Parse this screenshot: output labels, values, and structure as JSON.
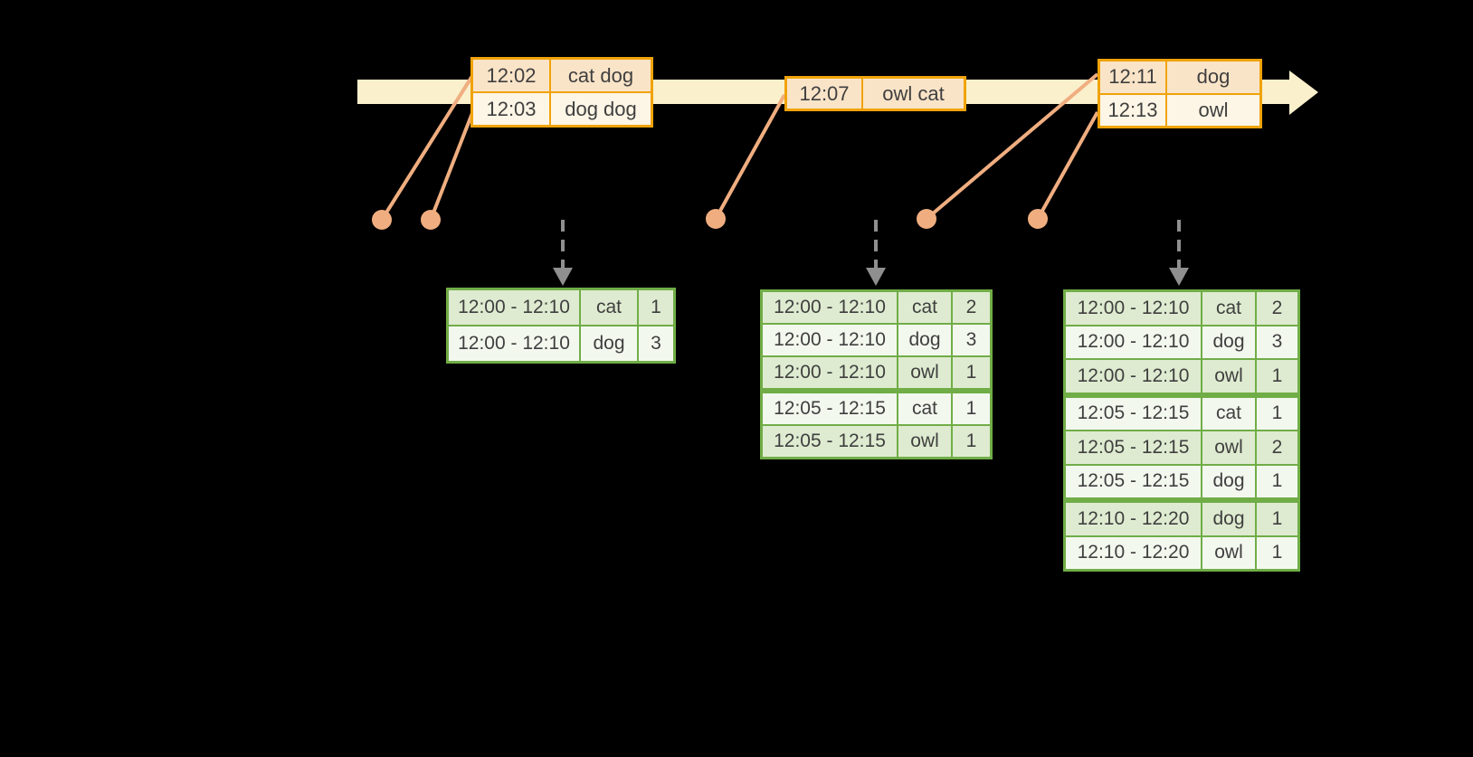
{
  "colors": {
    "background": "#000000",
    "timeline_fill": "#faf0cc",
    "event_border": "#f0a30a",
    "event_row_peach": "#fae4c8",
    "event_row_cream": "#fdf5e5",
    "link_salmon": "#f0ae80",
    "trigger_gray": "#8f8f8f",
    "table_border": "#70ad47",
    "table_row_green": "#deebd0",
    "table_row_white": "#f3f8ef",
    "text": "#3f3f3f"
  },
  "timeline": {
    "event_groups": [
      {
        "rows": [
          {
            "time": "12:02",
            "words": "cat dog"
          },
          {
            "time": "12:03",
            "words": "dog dog"
          }
        ]
      },
      {
        "rows": [
          {
            "time": "12:07",
            "words": "owl cat"
          }
        ]
      },
      {
        "rows": [
          {
            "time": "12:11",
            "words": "dog"
          },
          {
            "time": "12:13",
            "words": "owl"
          }
        ]
      }
    ]
  },
  "result_tables": [
    {
      "rows": [
        {
          "window": "12:00 - 12:10",
          "word": "cat",
          "count": 1
        },
        {
          "window": "12:00 - 12:10",
          "word": "dog",
          "count": 3
        }
      ]
    },
    {
      "rows": [
        {
          "window": "12:00 - 12:10",
          "word": "cat",
          "count": 2
        },
        {
          "window": "12:00 - 12:10",
          "word": "dog",
          "count": 3
        },
        {
          "window": "12:00 - 12:10",
          "word": "owl",
          "count": 1
        },
        {
          "window": "12:05 - 12:15",
          "word": "cat",
          "count": 1
        },
        {
          "window": "12:05 - 12:15",
          "word": "owl",
          "count": 1
        }
      ]
    },
    {
      "rows": [
        {
          "window": "12:00 - 12:10",
          "word": "cat",
          "count": 2
        },
        {
          "window": "12:00 - 12:10",
          "word": "dog",
          "count": 3
        },
        {
          "window": "12:00 - 12:10",
          "word": "owl",
          "count": 1
        },
        {
          "window": "12:05 - 12:15",
          "word": "cat",
          "count": 1
        },
        {
          "window": "12:05 - 12:15",
          "word": "owl",
          "count": 2
        },
        {
          "window": "12:05 - 12:15",
          "word": "dog",
          "count": 1
        },
        {
          "window": "12:10 - 12:20",
          "word": "dog",
          "count": 1
        },
        {
          "window": "12:10 - 12:20",
          "word": "owl",
          "count": 1
        }
      ]
    }
  ]
}
